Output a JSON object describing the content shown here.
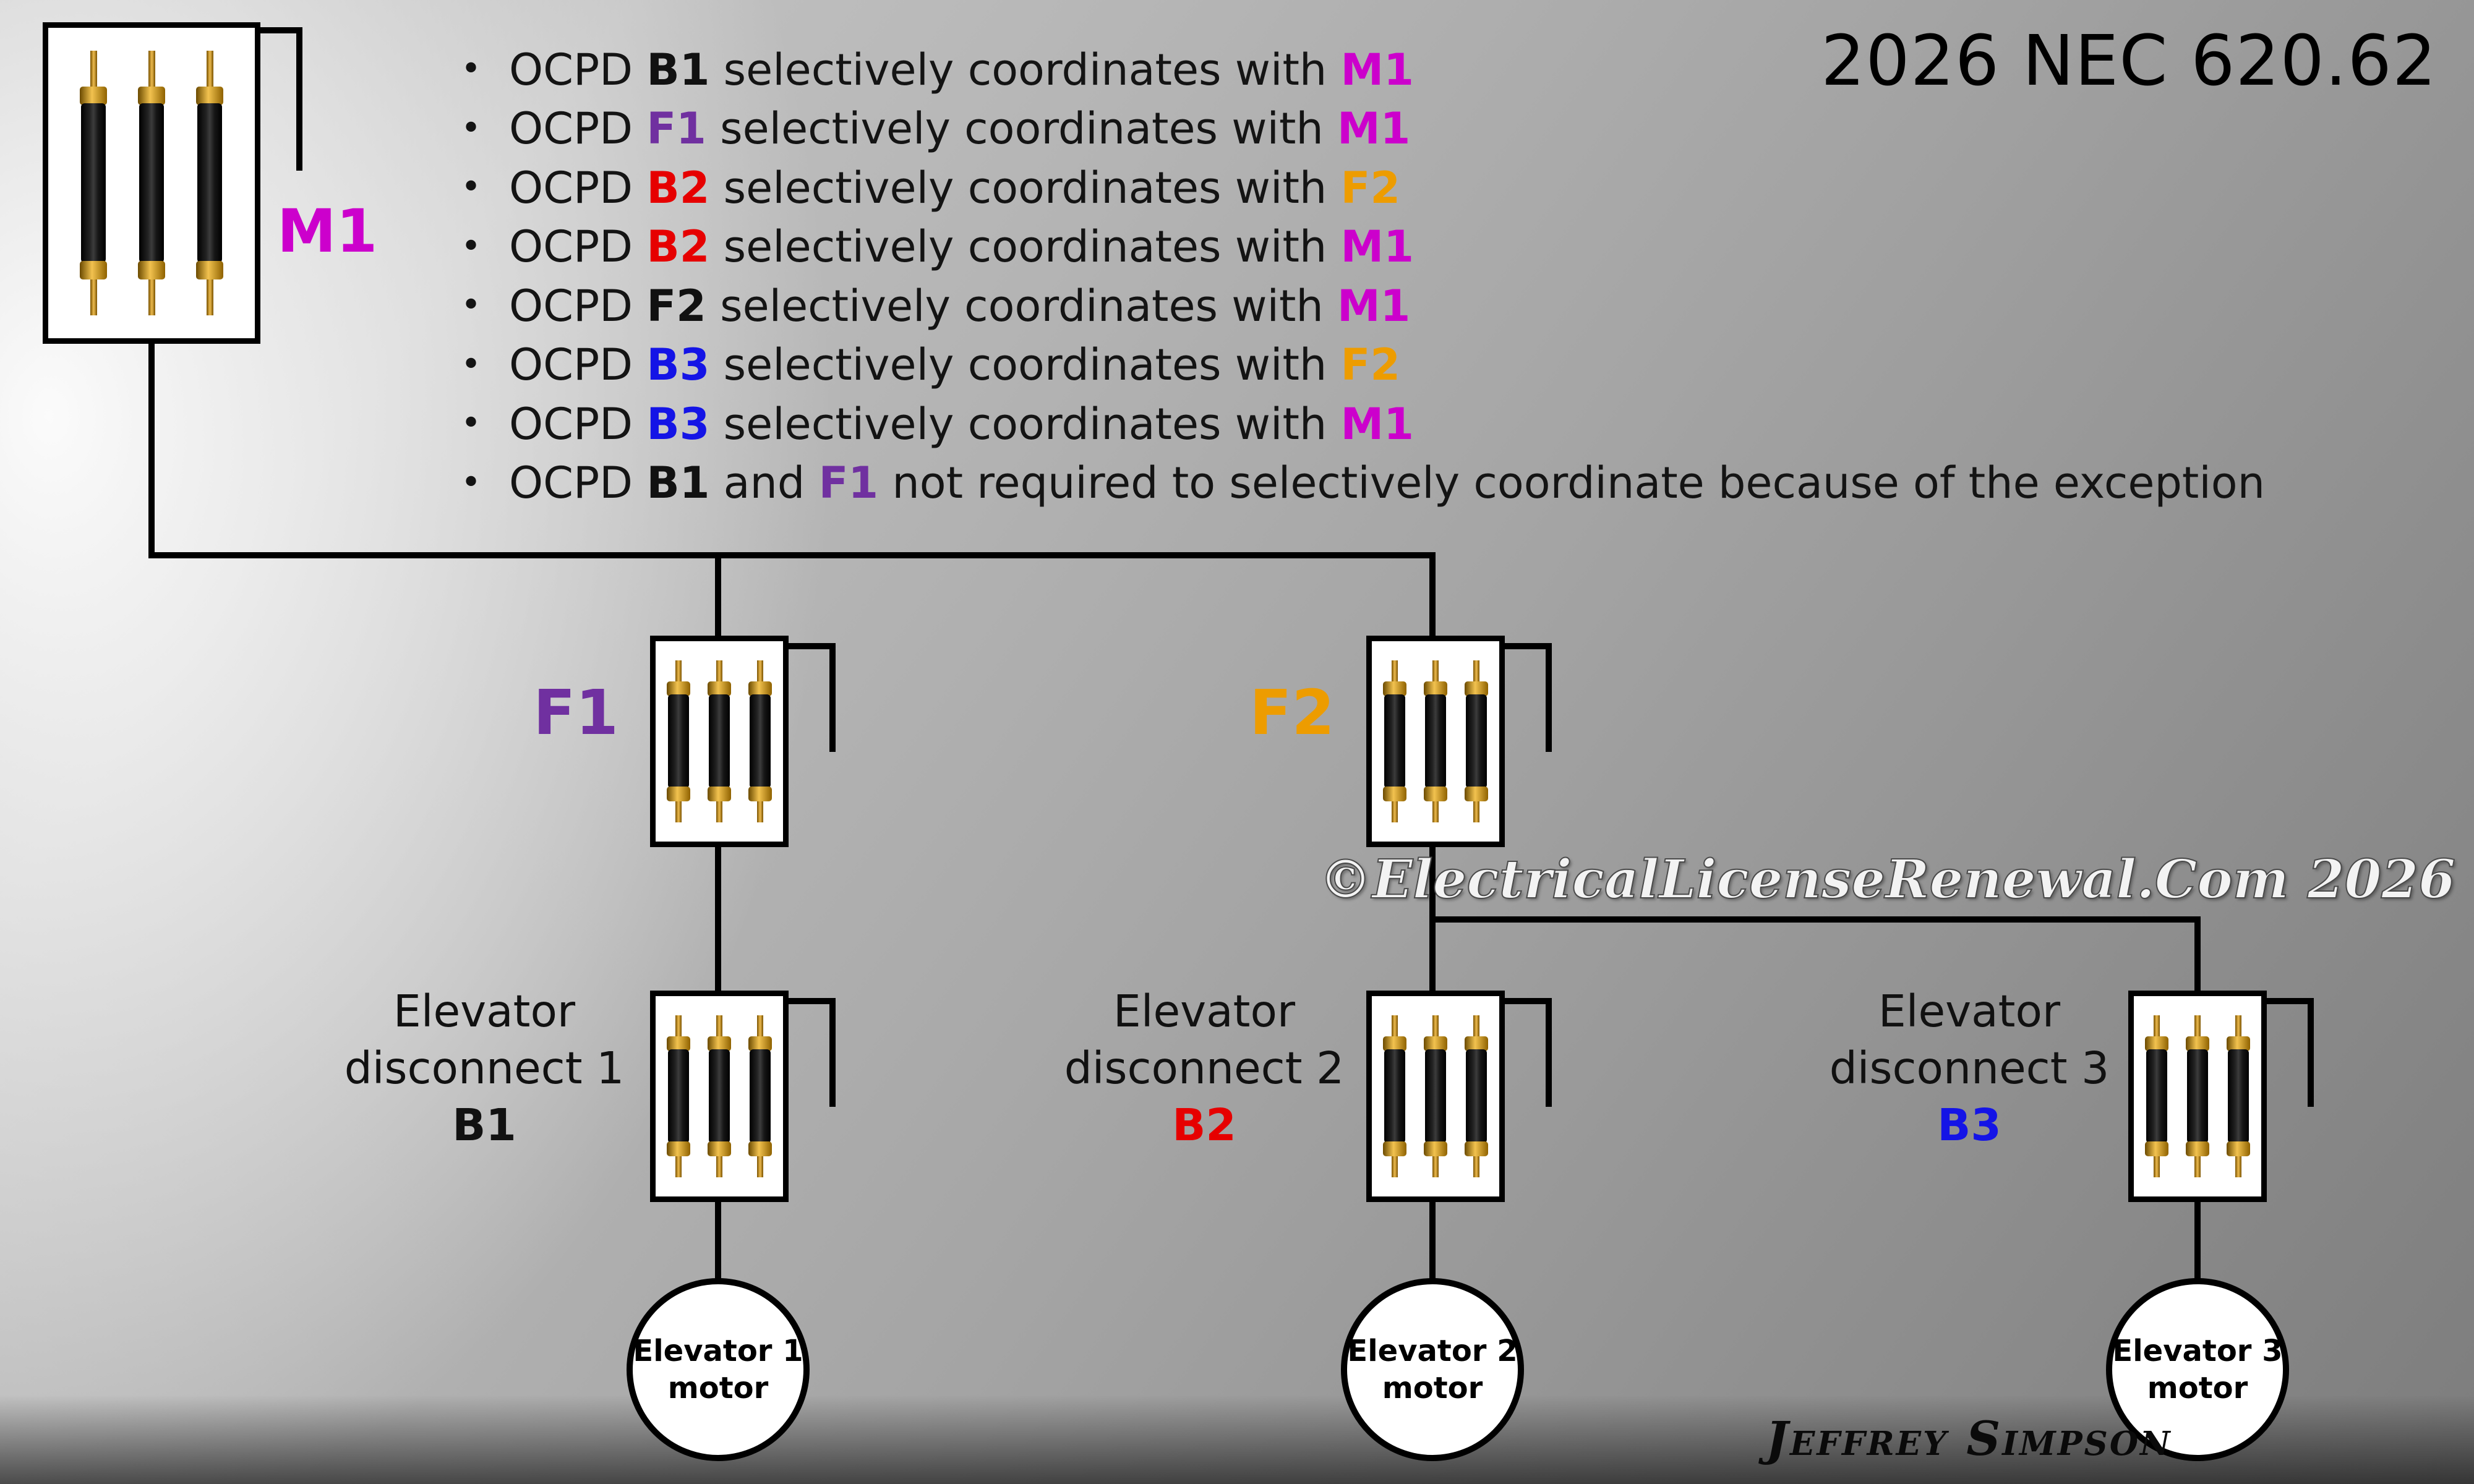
{
  "title": "2026 NEC 620.62",
  "watermark": "©ElectricalLicenseRenewal.Com 2026",
  "signature": "Jeffrey Simpson",
  "colors": {
    "m1": "#CC00CC",
    "f1": "#7030A0",
    "f2": "#ED9C00",
    "b1": "#111111",
    "b2": "#E60000",
    "b3": "#1414E6"
  },
  "bullets": [
    {
      "pre": "OCPD ",
      "a": "B1",
      "a_color": "#111111",
      "mid": " selectively coordinates with ",
      "b": "M1",
      "b_color": "#CC00CC",
      "post": ""
    },
    {
      "pre": "OCPD ",
      "a": "F1",
      "a_color": "#7030A0",
      "mid": " selectively coordinates with ",
      "b": "M1",
      "b_color": "#CC00CC",
      "post": ""
    },
    {
      "pre": "OCPD ",
      "a": "B2",
      "a_color": "#E60000",
      "mid": " selectively coordinates with ",
      "b": "F2",
      "b_color": "#ED9C00",
      "post": ""
    },
    {
      "pre": "OCPD ",
      "a": "B2",
      "a_color": "#E60000",
      "mid": " selectively coordinates with ",
      "b": "M1",
      "b_color": "#CC00CC",
      "post": ""
    },
    {
      "pre": "OCPD ",
      "a": "F2",
      "a_color": "#111111",
      "mid": " selectively coordinates with ",
      "b": "M1",
      "b_color": "#CC00CC",
      "post": ""
    },
    {
      "pre": "OCPD ",
      "a": "B3",
      "a_color": "#1414E6",
      "mid": " selectively coordinates with ",
      "b": "F2",
      "b_color": "#ED9C00",
      "post": ""
    },
    {
      "pre": "OCPD ",
      "a": "B3",
      "a_color": "#1414E6",
      "mid": " selectively coordinates with ",
      "b": "M1",
      "b_color": "#CC00CC",
      "post": ""
    },
    {
      "pre": "OCPD ",
      "a": "B1",
      "a_color": "#111111",
      "mid": " and ",
      "b": "F1",
      "b_color": "#7030A0",
      "post": " not required to selectively coordinate because of the exception"
    }
  ],
  "devices": {
    "m1": {
      "label": "M1",
      "color": "#CC00CC"
    },
    "f1": {
      "label": "F1",
      "color": "#7030A0"
    },
    "f2": {
      "label": "F2",
      "color": "#ED9C00"
    }
  },
  "disconnects": [
    {
      "line1": "Elevator",
      "line2": "disconnect 1",
      "id": "B1",
      "id_color": "#111111"
    },
    {
      "line1": "Elevator",
      "line2": "disconnect 2",
      "id": "B2",
      "id_color": "#E60000"
    },
    {
      "line1": "Elevator",
      "line2": "disconnect 3",
      "id": "B3",
      "id_color": "#1414E6"
    }
  ],
  "motors": [
    {
      "line1": "Elevator 1",
      "line2": "motor"
    },
    {
      "line1": "Elevator 2",
      "line2": "motor"
    },
    {
      "line1": "Elevator 3",
      "line2": "motor"
    }
  ]
}
